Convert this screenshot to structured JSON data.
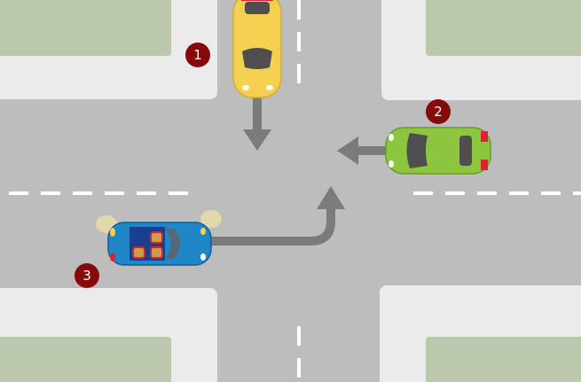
{
  "colors": {
    "road": "#bdbdbd",
    "sidewalk": "#ebebeb",
    "grass": "#bcc8ad",
    "badge": "#860a0a",
    "arrow": "#7b7b7b",
    "car_1": "#f5d050",
    "car_2": "#8cc63f",
    "car_3": "#1f86c8"
  },
  "vehicles": [
    {
      "badge": "1",
      "color_name": "yellow",
      "direction": "south"
    },
    {
      "badge": "2",
      "color_name": "green",
      "direction": "west"
    },
    {
      "badge": "3",
      "color_name": "blue",
      "direction": "east-then-north"
    }
  ]
}
